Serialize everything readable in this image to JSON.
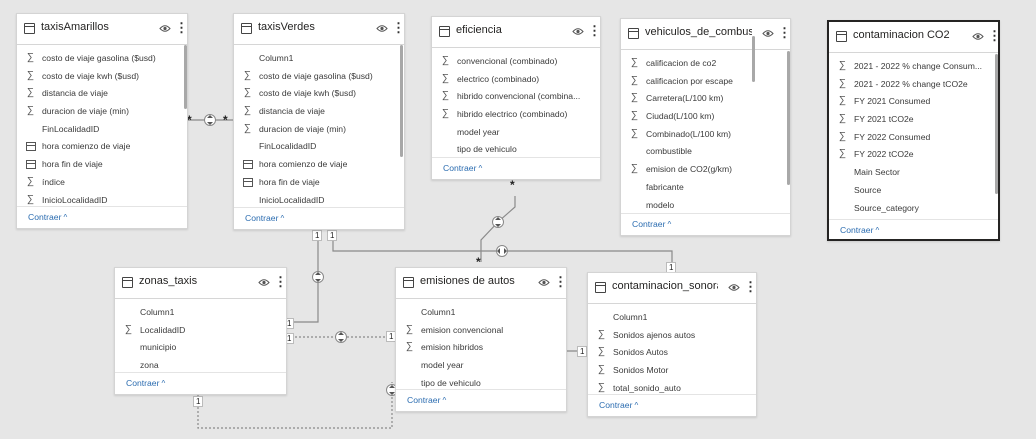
{
  "tables": [
    {
      "id": "taxisAmarillos",
      "title": "taxisAmarillos",
      "collapse": "Contraer",
      "fields": [
        {
          "icon": "sum",
          "label": "costo de viaje gasolina ($usd)"
        },
        {
          "icon": "sum",
          "label": "costo de viaje kwh ($usd)"
        },
        {
          "icon": "sum",
          "label": "distancia de viaje"
        },
        {
          "icon": "sum",
          "label": "duracion de viaje (min)"
        },
        {
          "icon": "none",
          "label": "FinLocalidadID"
        },
        {
          "icon": "calendar",
          "label": "hora comienzo de viaje"
        },
        {
          "icon": "calendar",
          "label": "hora fin de viaje"
        },
        {
          "icon": "sum",
          "label": "índice"
        },
        {
          "icon": "sum",
          "label": "InicioLocalidadID"
        }
      ]
    },
    {
      "id": "taxisVerdes",
      "title": "taxisVerdes",
      "collapse": "Contraer",
      "fields": [
        {
          "icon": "none",
          "label": "Column1"
        },
        {
          "icon": "sum",
          "label": "costo de viaje gasolina ($usd)"
        },
        {
          "icon": "sum",
          "label": "costo de viaje kwh ($usd)"
        },
        {
          "icon": "sum",
          "label": "distancia de viaje"
        },
        {
          "icon": "sum",
          "label": "duracion de viaje (min)"
        },
        {
          "icon": "none",
          "label": "FinLocalidadID"
        },
        {
          "icon": "calendar",
          "label": "hora comienzo de viaje"
        },
        {
          "icon": "calendar",
          "label": "hora fin de viaje"
        },
        {
          "icon": "none",
          "label": "InicioLocalidadID"
        }
      ]
    },
    {
      "id": "eficiencia",
      "title": "eficiencia",
      "collapse": "Contraer",
      "fields": [
        {
          "icon": "sum",
          "label": "convencional (combinado)"
        },
        {
          "icon": "sum",
          "label": "electrico (combinado)"
        },
        {
          "icon": "sum",
          "label": "hibrido convencional (combina..."
        },
        {
          "icon": "sum",
          "label": "hibrido electrico (combinado)"
        },
        {
          "icon": "none",
          "label": "model year"
        },
        {
          "icon": "none",
          "label": "tipo de vehiculo"
        }
      ]
    },
    {
      "id": "vehiculos",
      "title": "vehiculos_de_combus...",
      "collapse": "Contraer",
      "fields": [
        {
          "icon": "sum",
          "label": "calificacion de co2"
        },
        {
          "icon": "sum",
          "label": "calificacion por escape"
        },
        {
          "icon": "sum",
          "label": "Carretera(L/100 km)"
        },
        {
          "icon": "sum",
          "label": "Ciudad(L/100 km)"
        },
        {
          "icon": "sum",
          "label": "Combinado(L/100 km)"
        },
        {
          "icon": "none",
          "label": "combustible"
        },
        {
          "icon": "sum",
          "label": "emision de CO2(g/km)"
        },
        {
          "icon": "none",
          "label": "fabricante"
        },
        {
          "icon": "none",
          "label": "modelo"
        }
      ]
    },
    {
      "id": "contaminacionCO2",
      "title": "contaminacion CO2",
      "collapse": "Contraer",
      "fields": [
        {
          "icon": "sum",
          "label": "2021 - 2022 % change Consum..."
        },
        {
          "icon": "sum",
          "label": "2021 - 2022 % change tCO2e"
        },
        {
          "icon": "sum",
          "label": "FY 2021 Consumed"
        },
        {
          "icon": "sum",
          "label": "FY 2021 tCO2e"
        },
        {
          "icon": "sum",
          "label": "FY 2022 Consumed"
        },
        {
          "icon": "sum",
          "label": "FY 2022 tCO2e"
        },
        {
          "icon": "none",
          "label": "Main Sector"
        },
        {
          "icon": "none",
          "label": "Source"
        },
        {
          "icon": "none",
          "label": "Source_category"
        }
      ]
    },
    {
      "id": "zonas_taxis",
      "title": "zonas_taxis",
      "collapse": "Contraer",
      "fields": [
        {
          "icon": "none",
          "label": "Column1"
        },
        {
          "icon": "sum",
          "label": "LocalidadID"
        },
        {
          "icon": "none",
          "label": "municipio"
        },
        {
          "icon": "none",
          "label": "zona"
        }
      ]
    },
    {
      "id": "emisiones",
      "title": "emisiones de autos",
      "collapse": "Contraer",
      "fields": [
        {
          "icon": "none",
          "label": "Column1"
        },
        {
          "icon": "sum",
          "label": "emision convencional"
        },
        {
          "icon": "sum",
          "label": "emision hibridos"
        },
        {
          "icon": "none",
          "label": "model year"
        },
        {
          "icon": "none",
          "label": "tipo de vehiculo"
        }
      ]
    },
    {
      "id": "sonora",
      "title": "contaminacion_sonora",
      "collapse": "Contraer",
      "fields": [
        {
          "icon": "none",
          "label": "Column1"
        },
        {
          "icon": "sum",
          "label": "Sonidos ajenos autos"
        },
        {
          "icon": "sum",
          "label": "Sonidos Autos"
        },
        {
          "icon": "sum",
          "label": "Sonidos Motor"
        },
        {
          "icon": "sum",
          "label": "total_sonido_auto"
        }
      ]
    }
  ],
  "cardinality": {
    "many": "*",
    "one": "1"
  },
  "icons": {
    "sum": "∑",
    "eye": "eye-icon",
    "more": "more-icon",
    "table": "table-icon",
    "calendar": "calendar-icon"
  },
  "colors": {
    "canvas": "#e6e6e6",
    "link": "#2b6cb0",
    "line": "#8a8a8a"
  }
}
